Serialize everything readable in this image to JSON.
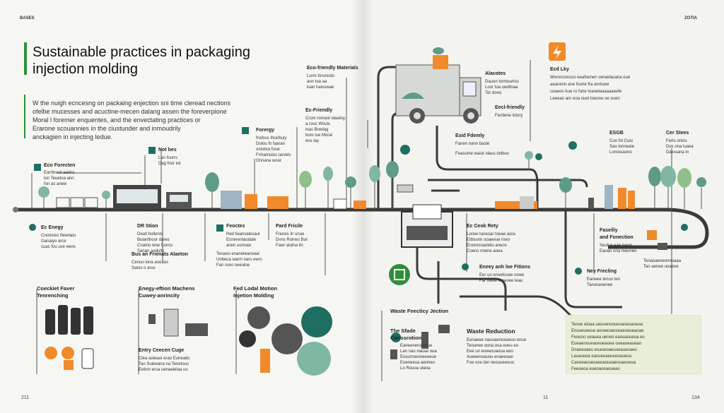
{
  "header": {
    "left_tag": "BASES",
    "right_tag": "ZOTIA"
  },
  "title": {
    "line1": "Sustainable practices in packaging",
    "line2": "injection molding"
  },
  "intro": [
    "W the nuigh ecncesng on packaing enjection sni time cleread nections",
    "ofelbe mucesses and acuctine-mecen dalang assen the foreverpione",
    "Moral l foremer enquentes, and the envectating practices or",
    "Erarone scouannies in the ciustunder and inmoudrily",
    "anckagien in injecting ledue."
  ],
  "left_labels": [
    {
      "title": "Eco-friendly Materials",
      "lines": [
        "Lorm forunodo",
        "ann toa aa",
        "luan haisuwae"
      ]
    },
    {
      "title": "Ec-Friendly",
      "lines": [
        "Crom romaol olaaing",
        "a rous Wouls",
        "loas Bowlag",
        "bom lue Morai",
        "eos lay"
      ]
    },
    {
      "title": "Forergy",
      "lines": [
        "frorbus lhrarbuiy",
        "Dolou fo faaran",
        "onlobra forar",
        "Frmamulos tarvels",
        "Onnana woor"
      ]
    },
    {
      "title": "Not bes",
      "lines": [
        "Lan fourrs",
        "Dag foor ed"
      ]
    },
    {
      "title": "Eco Forecten",
      "lines": [
        "Earrtinnol eatins",
        "lon Teuetoa ann",
        "fon as anew"
      ]
    }
  ],
  "lower_labels": [
    {
      "title": "Ec Enegy",
      "lines": [
        "Crennreo Ifewrlaiu",
        "Ganaiyo arce",
        "cuas fou uve ewre"
      ]
    },
    {
      "title": "DR Stion",
      "lines": [
        "Deatl hollenls",
        "Bulanthour dares",
        "Cnatrio woe fuoros",
        "Sanan aodulls"
      ]
    },
    {
      "title": "Bus an Frienats Alaeton",
      "lines": [
        "Cenuo lona anoaos",
        "Satos o arus"
      ]
    },
    {
      "title": "Feoctes",
      "lines": [
        "Red fwanvalesaul",
        "Eonerenlaudale",
        "anen uonoae"
      ]
    },
    {
      "title": "Pard Fricile",
      "lines": [
        "Frenes Iir unue",
        "Dvns Rolnes Bur",
        "Fawr alulna lin"
      ]
    },
    {
      "title": "",
      "lines": [
        "Tenaoo enaneteanseal",
        "Unbeca warm nars ewrs",
        "Fan oreo neeuloe"
      ]
    }
  ],
  "bottom_sections": {
    "s1": {
      "title_l1": "Coeckiet Faver",
      "title_l2": "Tenrenching"
    },
    "s2": {
      "title_l1": "Enegy-eftion Machens",
      "title_l2": "Cuwey-anrincity",
      "sub_title": "Entry Ceecen Cuge",
      "sub_lines": [
        "Clea aoleaui erao Euneads",
        "Tan Suleeana na Tenetous",
        "Eetinn ersa uenaelelaa uu"
      ]
    },
    "s3": {
      "title_l1": "Fed Lodal Motion",
      "title_l2": "Injetion Molding"
    }
  },
  "right_labels": [
    {
      "title": "Alacotes",
      "lines": [
        "Dauon tormeurlos",
        "Loor toa owdtoaa",
        "Tor dono"
      ]
    },
    {
      "title": "Eecl-friendly",
      "lines": [
        "Fenliene lotory"
      ]
    },
    {
      "title": "Esid Fdemly",
      "lines": [
        "Fanen nann baste",
        "Feasume waiut olaus dolbus"
      ]
    },
    {
      "title": "Ecd Lky",
      "lines": [
        "Woronconsos eeafoenen oeraelauana eue",
        "aeanenn ane foune fra anrtuwe",
        "coaeos Aue ro fone toaneleaaaaaeefe",
        "Leeeao anr eoa ouet toeone oe ouen"
      ]
    },
    {
      "title": "ESGB",
      "lines": [
        "Coo fol Cuio",
        "Sao lonneale",
        "Lomouaono"
      ]
    },
    {
      "title": "Cer Stees",
      "lines": [
        "Ferlo onlos",
        "Dos ona luaea",
        "Dalooana ln"
      ]
    },
    {
      "title": "Ec Ceok Rety",
      "lines": [
        "Lorew tuneoar toeae aora",
        "Edtounn ooaeeue roeo",
        "Eroenooaolelu aneos",
        "Coens noene aoea"
      ]
    },
    {
      "title": "Faseiliy",
      "lines": [
        "and Fonection",
        "Seulce eae lueon",
        "Eaoan ona meuneo"
      ]
    },
    {
      "title": "Eneey anh loe Fitions",
      "lines": [
        "Eer uo enoelouee nowe",
        "Far owee emeoee leau"
      ]
    },
    {
      "title": "Ney Frecling",
      "lines": [
        "Eaneee lenuo ten",
        "Tanooanenee"
      ]
    },
    {
      "title": "",
      "lines": [
        "Tenaoaeneonnoaaa",
        "Tan aenee uoaeoe"
      ]
    }
  ],
  "waste_sections": {
    "w1": "Waste Feecticy Jection",
    "w2_l1": "The Sfade",
    "w2_l2": "Conssrotion",
    "w2_lines": [
      "Eaneenenaonlue",
      "Lan nau nauae oua",
      "Eosurroeoneeeeue",
      "Eoeneeua aeoneo",
      "Lo Rouoa uteoa"
    ],
    "w3": "Waste Reduction",
    "w3_lines": [
      "Eenaeee naouaenoaoeuo enue",
      "Teounee oona oua eoeu eo",
      "Eee un eoeeouaoua eeo",
      "Aoeeenoauou enaeeoae",
      "Foe oou tan neouueeouo"
    ]
  },
  "green_box": {
    "lines": [
      "Tenoe eloaa ueouenooueoaneoaneoa",
      "Enoueueeoa aoueeoanoeaeoeueaoae",
      "Feoeoo ueauea ueneo eaouaoueoa eo",
      "Eueaenoueaoeueaoea oueaoeaueao",
      "Dnaoeoaeu eoaoeoaeuoeaueoaeo",
      "Lauaoeoa eaoueoaeueeoaueoa",
      "Canoeauueoaeoaoueaeouaeoeoa",
      "Feeoeoa eueoaoeaoueao"
    ]
  },
  "page_numbers": {
    "left": "211",
    "center": "11",
    "right": "134"
  },
  "colors": {
    "accent_green": "#2f8f3a",
    "teal": "#1f6e62",
    "orange": "#f08a2b",
    "dark": "#333333",
    "road": "#3a3a3a",
    "light_green": "#e8efd8"
  }
}
